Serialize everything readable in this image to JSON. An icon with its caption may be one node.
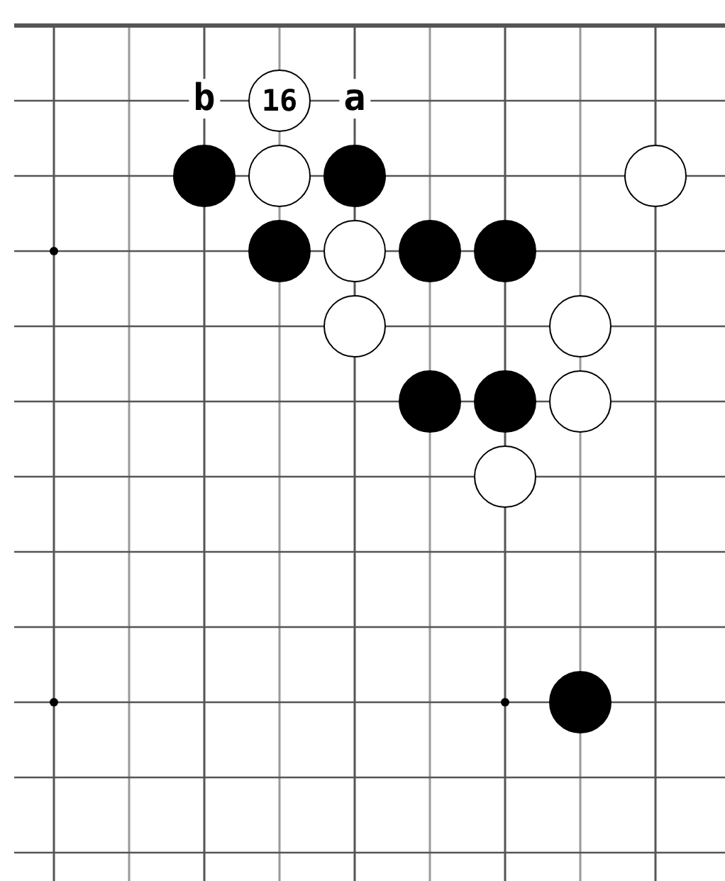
{
  "diagram": {
    "nodes": [
      {
        "text": [
          "16"
        ]
      },
      {
        "text": [],
        "shape": "circle"
      },
      {
        "text": [],
        "shape": "circle"
      },
      {
        "text": [],
        "shape": "circle"
      },
      {
        "text": [],
        "shape": "circle"
      },
      {
        "text": [],
        "shape": "circle"
      },
      {
        "text": [],
        "shape": "circle"
      },
      {
        "text": [],
        "shape": "circle"
      },
      {
        "text": [],
        "shape": "circle"
      },
      {
        "text": [],
        "shape": "circle"
      },
      {
        "text": [],
        "shape": "circle"
      },
      {
        "text": [],
        "shape": "circle"
      },
      {
        "text": [],
        "shape": "circle"
      },
      {
        "text": [],
        "shape": "circle"
      },
      {
        "text": [],
        "shape": "circle"
      },
      {
        "text": [],
        "shape": "circle"
      }
    ],
    "labels": [
      "b",
      "a"
    ]
  }
}
